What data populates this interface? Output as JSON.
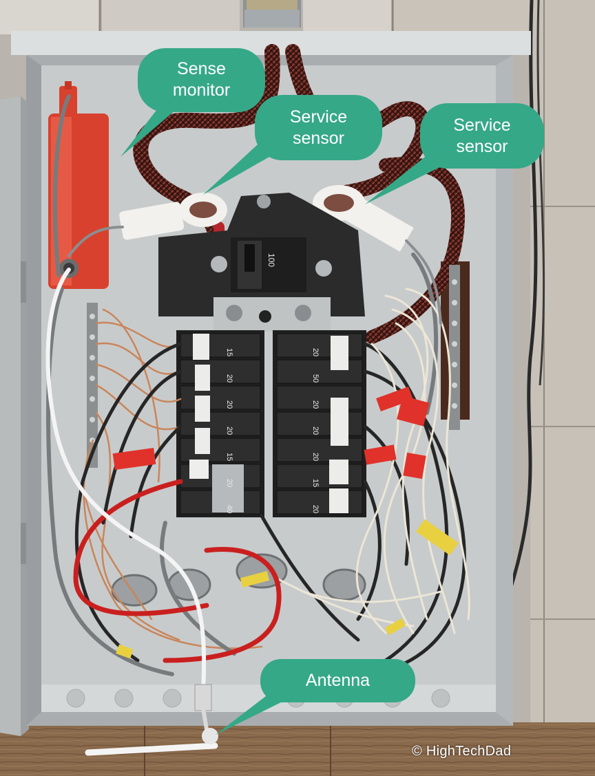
{
  "callouts": {
    "sense_monitor": {
      "line1": "Sense",
      "line2": "monitor"
    },
    "service_sensor_left": {
      "line1": "Service",
      "line2": "sensor"
    },
    "service_sensor_right": {
      "line1": "Service",
      "line2": "sensor"
    },
    "antenna": {
      "label": "Antenna"
    }
  },
  "copyright": "© HighTechDad",
  "breaker_labels": {
    "left": [
      "15",
      "20",
      "20",
      "20",
      "15",
      "20",
      "40"
    ],
    "right": [
      "20",
      "50",
      "20",
      "20",
      "20",
      "15",
      "20"
    ]
  },
  "main_breaker_rating": "100",
  "colors": {
    "callout_fill": "#35a888",
    "wall_wood": "#8a6a4c",
    "panel_gray": "#c8cbcc",
    "sense_monitor_red": "#d8412e",
    "service_cable": "#4a1f1a"
  }
}
